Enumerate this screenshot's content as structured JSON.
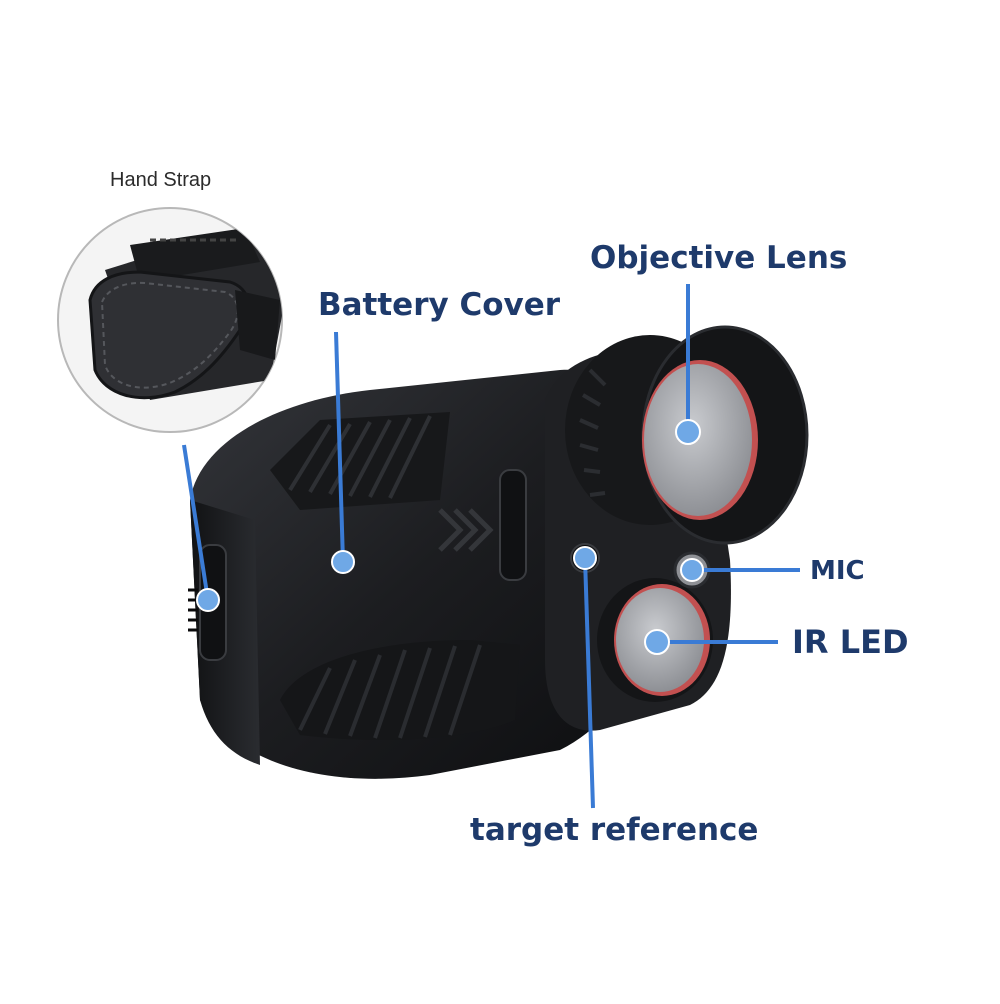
{
  "labels": {
    "hand_strap": "Hand Strap",
    "battery_cover": "Battery Cover",
    "objective_lens": "Objective Lens",
    "mic": "MIC",
    "ir_led": "IR LED",
    "target_reference": "target reference"
  },
  "colors": {
    "label_text": "#1e3a6b",
    "callout_line": "#3a7bd5",
    "callout_dot": "#6fa8e6",
    "device_body": "#1c1d20",
    "lens_glass": "#a9abb0",
    "lens_ring_accent": "#e05a5a"
  }
}
